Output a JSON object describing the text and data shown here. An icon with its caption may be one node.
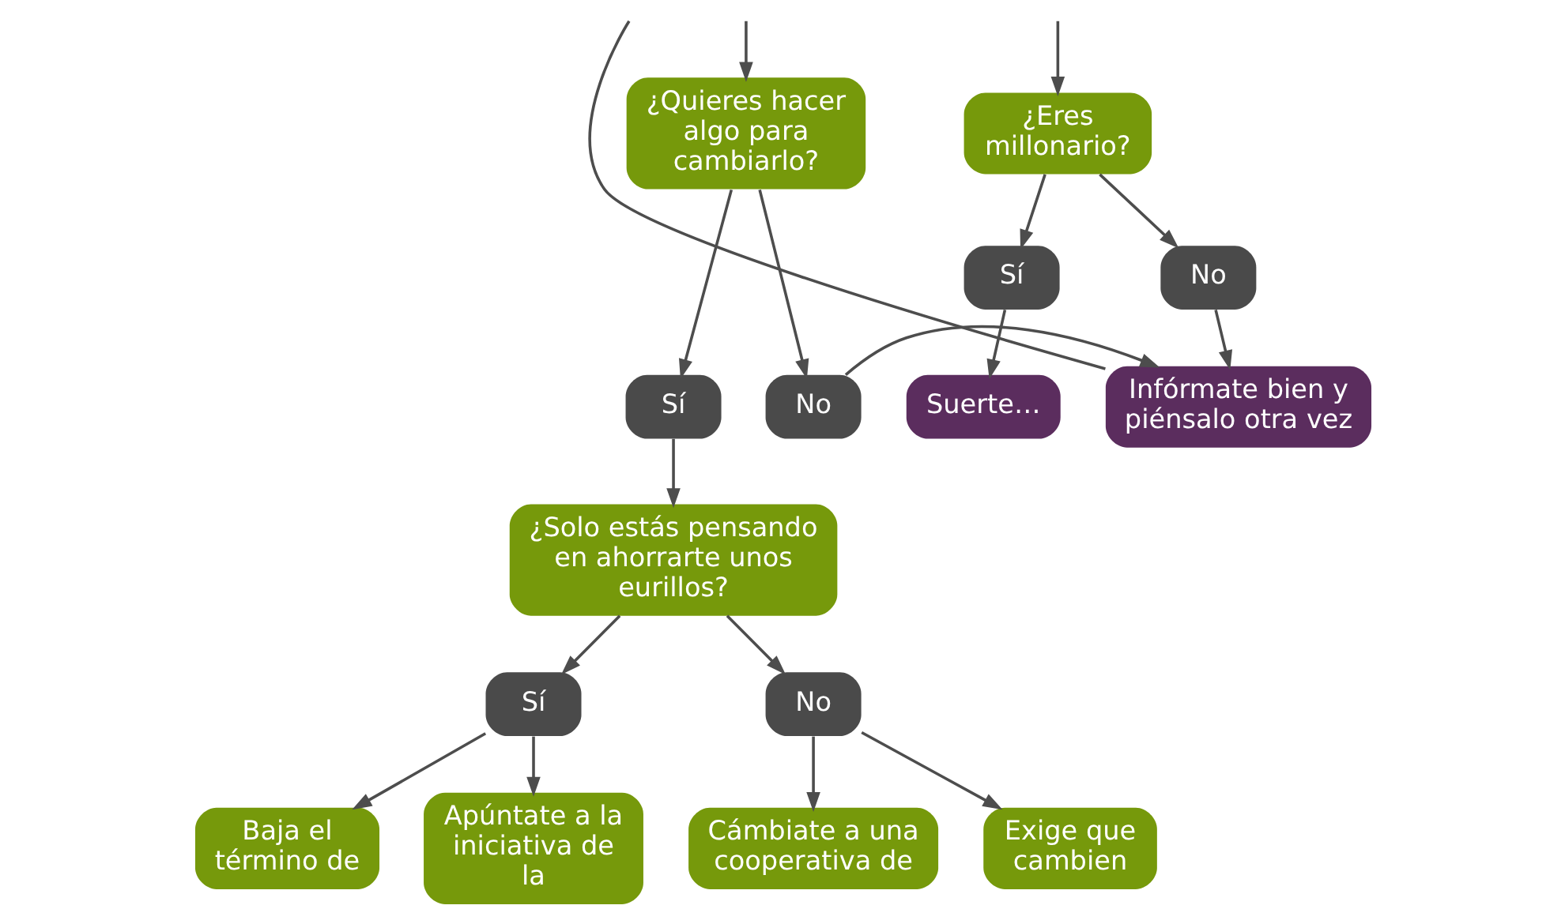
{
  "diagram": {
    "nodes": [
      {
        "text": [
          "¿Eres millonario?"
        ]
      },
      {
        "text": [
          "¿Quieres hacer algo para cambiarlo?"
        ]
      },
      {
        "text": [
          "Sí"
        ]
      },
      {
        "text": [
          "No"
        ]
      },
      {
        "text": [
          "No"
        ]
      },
      {
        "text": [
          "Sí"
        ]
      },
      {
        "text": [
          "Suerte…"
        ]
      },
      {
        "text": [
          "Infórmate bien y piénsalo otra vez"
        ]
      },
      {
        "text": [
          "¿Solo estás pensando en ahorrarte unos eurillos?"
        ]
      },
      {
        "text": [
          "Sí"
        ]
      },
      {
        "text": [
          "No"
        ]
      },
      {
        "text": [
          "Baja el término de"
        ]
      },
      {
        "text": [
          "Apúntate a la iniciativa de la"
        ]
      },
      {
        "text": [
          "Cámbiate a una cooperativa de"
        ]
      },
      {
        "text": [
          "Exige que cambien"
        ]
      }
    ],
    "edges": [
      {
        "from": null,
        "to": 0,
        "arrow": "to"
      },
      {
        "from": null,
        "to": 1,
        "arrow": "to"
      },
      {
        "from": 0,
        "to": 2,
        "arrow": "to"
      },
      {
        "from": 0,
        "to": 3,
        "arrow": "to"
      },
      {
        "from": 1,
        "to": 4,
        "arrow": "to"
      },
      {
        "from": 1,
        "to": 5,
        "arrow": "to"
      },
      {
        "from": 2,
        "to": 6,
        "arrow": "to"
      },
      {
        "from": 3,
        "to": 7,
        "arrow": "to"
      },
      {
        "from": 4,
        "to": 7,
        "arrow": "to"
      },
      {
        "from": 7,
        "to": null,
        "arrow": "none"
      },
      {
        "from": 5,
        "to": 8,
        "arrow": "to"
      },
      {
        "from": 8,
        "to": 9,
        "arrow": "to"
      },
      {
        "from": 8,
        "to": 10,
        "arrow": "to"
      },
      {
        "from": 9,
        "to": 11,
        "arrow": "to"
      },
      {
        "from": 9,
        "to": 12,
        "arrow": "to"
      },
      {
        "from": 10,
        "to": 13,
        "arrow": "to"
      },
      {
        "from": 10,
        "to": 14,
        "arrow": "to"
      }
    ]
  }
}
